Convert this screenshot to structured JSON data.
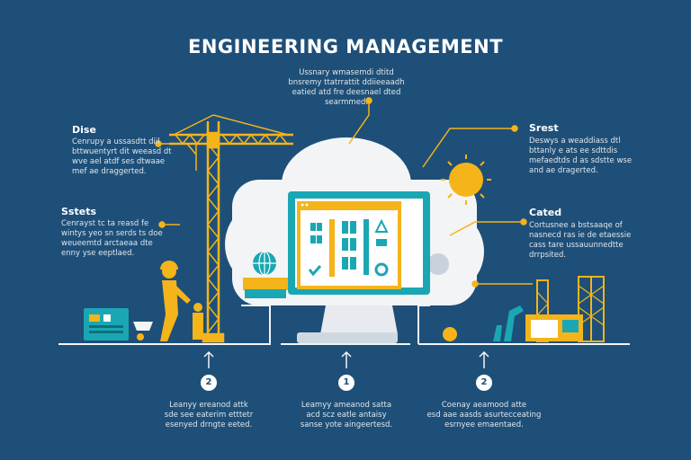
{
  "title": "ENGINEERING MANAGEMENT",
  "top_note": {
    "text": "Ussnary wmasemdi dtitd\nbnsremy ttatrrattit ddiieeaadh\neatied atd fre deesnael dted\nsearmmed."
  },
  "left_top": {
    "heading": "Dise",
    "text": "Cenrupy a ussasdtt diil\nbttwuentyrt dit weeasd dt\nwve ael atdf ses dtwaae\nmef ae draggerted."
  },
  "left_mid": {
    "heading": "Sstets",
    "text": "Cenrayst tc ta reasd fe\nwintys yeo sn serds ts doe\nweueemtd arctaeaa dte\nenny yse eeptlaed."
  },
  "right_top": {
    "heading": "Srest",
    "text": "Deswys a weaddiass dtl\nbttanly e ats ee sdttdis\nmefaedtds d as sdstte wse\nand ae dragerted."
  },
  "right_mid": {
    "heading": "Cated",
    "text": "Cortusnee a bstsaaqe of\nnasnecd ras ie de etaessie\ncass tare ussauunnedtte\ndrrpsited."
  },
  "bottom": [
    {
      "badge": "2",
      "text": "Leanyy ereanod attk\nsde see eaterim etttetr\nesenyed drngte eeted."
    },
    {
      "badge": "1",
      "text": "Leamyy ameanod satta\nacd scz eatle antaisy\nsanse yote aingeertesd."
    },
    {
      "badge": "2",
      "text": "Coenay aeamood atte\nesd aae aasds asurtecceating\nesrnyee emaentaed."
    }
  ],
  "icons": [
    "crane-icon",
    "worker-icon",
    "generator-icon",
    "wheelbarrow-icon",
    "globe-icon",
    "cloud-icon",
    "monitor-icon",
    "sun-icon",
    "scaffold-icon",
    "machine-icon",
    "arrow-up-icon"
  ],
  "colors": {
    "background": "#1e4f78",
    "accent_yellow": "#f4b41a",
    "accent_teal": "#1aa7b3",
    "cloud": "#f2f4f6"
  }
}
